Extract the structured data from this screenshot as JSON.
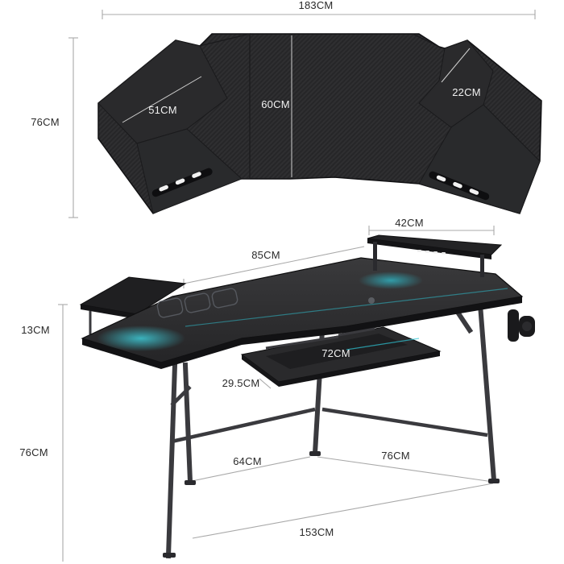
{
  "figure": {
    "kind": "product dimension diagram",
    "top_view": {
      "width_label": "183CM",
      "depth_label": "76CM",
      "side_wing_label": "51CM",
      "center_depth_label": "60CM",
      "corner_label": "22CM"
    },
    "perspective_view": {
      "monitor_shelf_label": "42CM",
      "desk_segment_label": "85CM",
      "mouse_pad_label": "13CM",
      "keyboard_tray_width_label": "72CM",
      "keyboard_tray_depth_label": "29.5CM",
      "height_label": "76CM",
      "leg_depth_label": "64CM",
      "leg_side_label": "76CM",
      "base_width_label": "153CM"
    },
    "colors": {
      "surface": "#2e2e30",
      "surface_dark": "#1c1c1e",
      "edge": "#111113",
      "accent_glow": "#2fc8d8",
      "dimension_line": "#a9a9a9",
      "label_text": "#2a2a2a"
    }
  }
}
